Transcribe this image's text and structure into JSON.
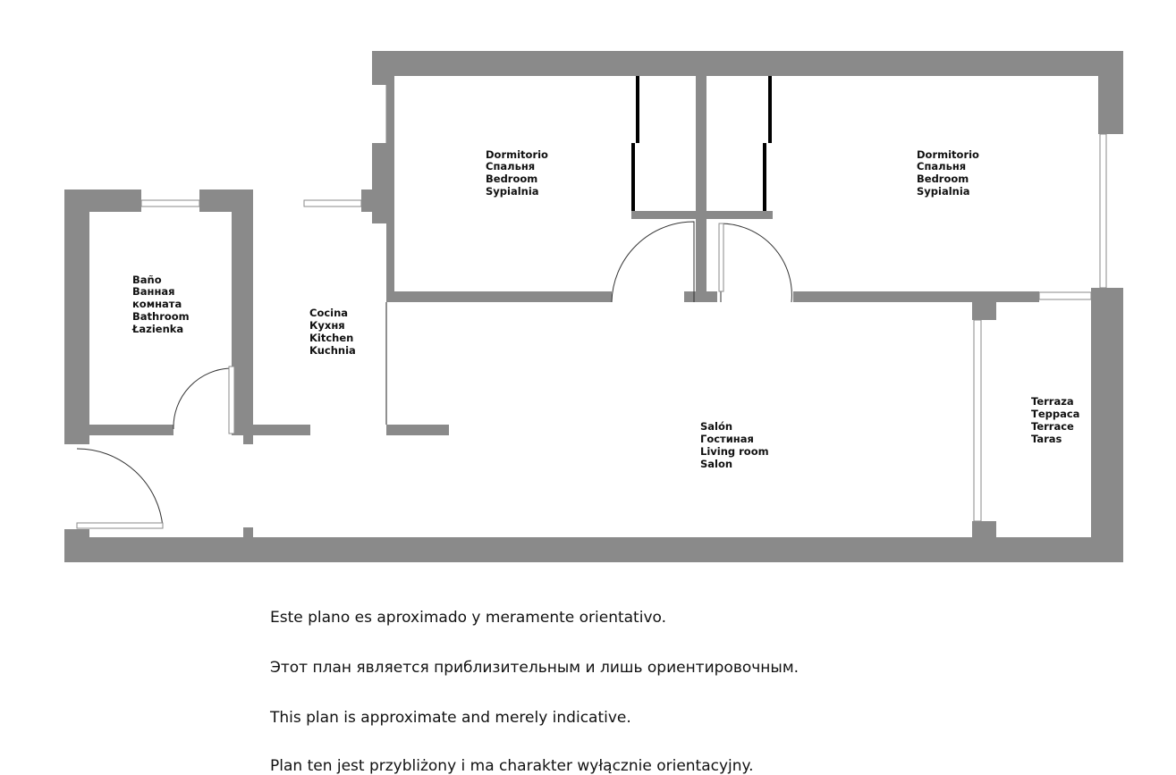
{
  "floorplan": {
    "rooms": {
      "bedroom_left": {
        "labels": [
          "Dormitorio",
          "Спальня",
          "Bedroom",
          "Sypialnia"
        ]
      },
      "bedroom_right": {
        "labels": [
          "Dormitorio",
          "Спальня",
          "Bedroom",
          "Sypialnia"
        ]
      },
      "bathroom": {
        "labels": [
          "Baño",
          "Ванная",
          "комната",
          "Bathroom",
          "Łazienka"
        ]
      },
      "kitchen": {
        "labels": [
          "Cocina",
          "Кухня",
          "Kitchen",
          "Kuchnia"
        ]
      },
      "living_room": {
        "labels": [
          "Salón",
          "Гостиная",
          "Living room",
          "Salon"
        ]
      },
      "terrace": {
        "labels": [
          "Terraza",
          "Терраса",
          "Terrace",
          "Taras"
        ]
      }
    }
  },
  "disclaimer": [
    "Este plano es aproximado y meramente orientativo.",
    "Этот план является приблизительным и лишь ориентировочным.",
    "This plan is approximate and merely indicative.",
    "Plan ten jest przybliżony i ma charakter wyłącznie orientacyjny."
  ]
}
